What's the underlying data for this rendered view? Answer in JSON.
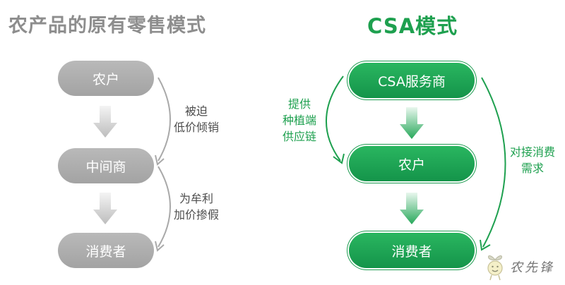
{
  "left": {
    "title": "农产品的原有零售模式",
    "nodes": [
      "农户",
      "中间商",
      "消费者"
    ],
    "notes": [
      {
        "lines": [
          "被迫",
          "低价倾销"
        ]
      },
      {
        "lines": [
          "为牟利",
          "加价掺假"
        ]
      }
    ],
    "color": "#a9a9a9"
  },
  "right": {
    "title": "CSA模式",
    "nodes": [
      "CSA服务商",
      "农户",
      "消费者"
    ],
    "notes": [
      {
        "lines": [
          "提供",
          "种植端",
          "供应链"
        ]
      },
      {
        "lines": [
          "对接消费",
          "需求"
        ]
      }
    ],
    "color": "#1ea04f"
  },
  "watermark": {
    "text": "农先锋",
    "icon": "smiling-sprout-mascot-icon"
  }
}
